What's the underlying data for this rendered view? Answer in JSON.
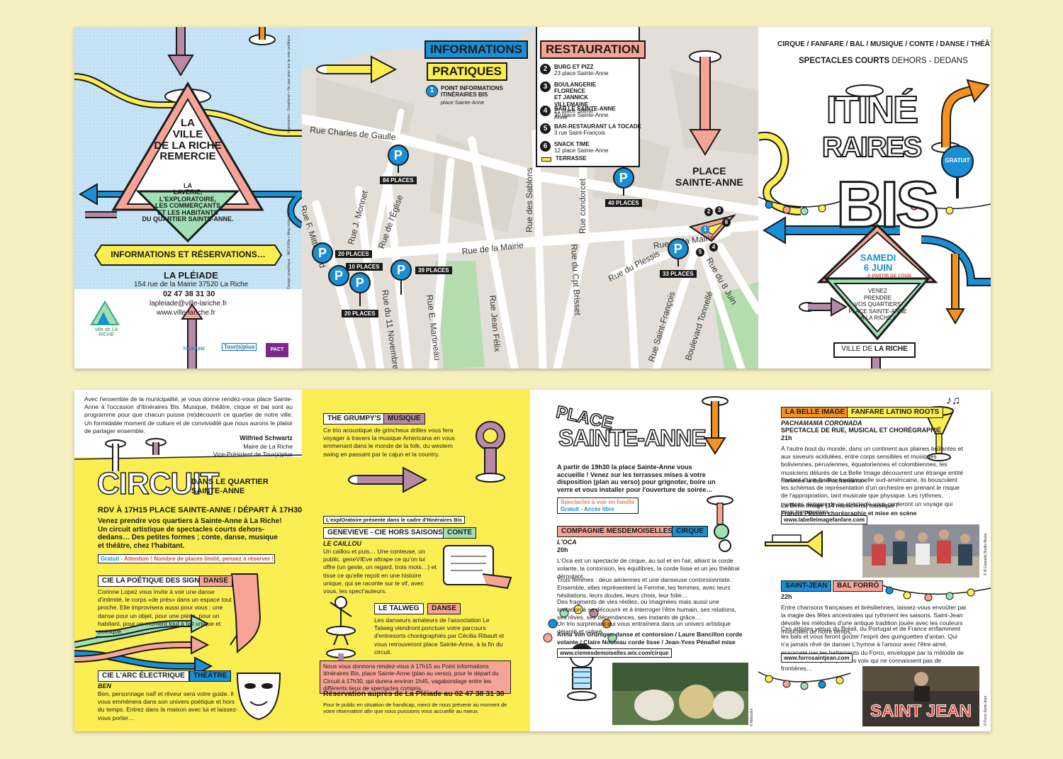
{
  "colors": {
    "yellow": "#fbee52",
    "lightblue": "#c7e4f6",
    "pink": "#f6a495",
    "blue": "#1a8fd6",
    "purple": "#b98aa6",
    "orange": "#f5921e",
    "green": "#9fe0b4",
    "cream": "#f6efc0"
  },
  "cover_back": {
    "triangle": "LA\nVILLE\nDE LA RICHE\nREMERCIE",
    "thanks": "LA\nLAVERIE,\nL'EXPLORATOIRE,\nLES COMMERÇANTS\nET LES HABITANTS\nDU QUARTIER SAINTE-ANNE.",
    "info_banner": "INFORMATIONS ET RÉSERVATIONS…",
    "venue": "LA PLÉIADE",
    "address": "154 rue de la Mairie 37520 La Riche",
    "phone": "02 47 38 31 30",
    "email": "lapleiade@ville-lariche.fr",
    "web": "www.ville-lariche.fr",
    "logo_text": "ville de LA RICHE",
    "credits_1": "Impression : Graphival • Ne pas jeter sur la voie publique",
    "credits_2": "Design graphique : MiCéVilla • blog.micevilla.com",
    "partner_1": "TOURAINE",
    "partner_2": "Tour(s)plus",
    "partner_3": "PACT"
  },
  "map": {
    "info_title_1": "INFORMATIONS",
    "info_title_2": "PRATIQUES",
    "info_point_num": "1",
    "info_point": "POINT INFORMATIONS ITINÉRAIRES BIS",
    "info_point_addr": "place Sainte-Anne",
    "resto_title": "RESTAURATION",
    "restos": [
      {
        "num": "2",
        "name": "BURG ET PIZZ",
        "addr": "23 place Sainte-Anne"
      },
      {
        "num": "3",
        "name": "BOULANGERIE FLORENCE\nET JANNICK VILLEMAINE",
        "addr": "21 place Sainte-Anne"
      },
      {
        "num": "4",
        "name": "BAR LE SAINTE-ANNE",
        "addr": "30 place Sainte-Anne"
      },
      {
        "num": "5",
        "name": "BAR-RESTAURANT LA TOCADE",
        "addr": "3 rue Saint-François"
      },
      {
        "num": "6",
        "name": "SNACK TIME",
        "addr": "12 place Sainte-Anne"
      }
    ],
    "terrasse": "TERRASSE",
    "place_label": "PLACE\nSAINTE-ANNE",
    "streets": {
      "charles": "Rue Charles de Gaulle",
      "mairie1": "Rue de la Mairie",
      "mairie2": "Rue de la Mairie",
      "monnet": "Rue J. Monnet",
      "eglise": "Rue de l'Église",
      "mitterrand": "Rue F. Mitterrand",
      "novembre": "Rue du 11 Novembre",
      "martineau": "Rue E. Martineau",
      "sablons": "Rue des Sablons",
      "condorcet": "Rue condorcet",
      "felix": "Rue Jean Félix",
      "brisset": "Rue du Cpt Brisset",
      "plessis": "Rue du Plessis",
      "francois": "Rue Saint-François",
      "tonnelle": "Boulevard Tonnellé",
      "juin": "Rue du 8 Juin"
    },
    "parkings": [
      {
        "p": "P",
        "places": "84 PLACES"
      },
      {
        "p": "P",
        "places": "40 PLACES"
      },
      {
        "p": "P",
        "places": "20 PLACES"
      },
      {
        "p": "P",
        "places": "10 PLACES"
      },
      {
        "p": "P",
        "places": "20 PLACES"
      },
      {
        "p": "P",
        "places": "39 PLACES"
      },
      {
        "p": "P",
        "places": "33 PLACES"
      }
    ],
    "place_nums": [
      "1",
      "2",
      "3",
      "4",
      "5",
      "6"
    ]
  },
  "cover_front": {
    "genres": "CIRQUE / FANFARE / BAL / MUSIQUE / CONTE / DANSE / THÉÂTRE",
    "sub_bold": "SPECTACLES COURTS",
    "sub_rest": " DEHORS - DEDANS",
    "title_1": "ITINÉ",
    "title_2": "RAIRES",
    "title_3": "BIS",
    "gratuit": "GRATUIT",
    "date_1": "SAMEDI",
    "date_2": "6 JUIN",
    "time": "À PARTIR DE 17H30",
    "invite": "VENEZ\nPRENDRE\nVOS QUARTIERS\nPLACE SAINTE-ANNE\nÀ LA RICHE !",
    "city_pre": "VILLE DE ",
    "city_bold": "LA RICHE"
  },
  "inside_1": {
    "intro": "Avec l'ensemble de la municipalité, je vous donne rendez-vous place Sainte-Anne à l'occasion d'Itinéraires Bis. Musique, théâtre, cirque et bal sont au programme pour que chacun puisse (re)découvrir ce quartier de notre ville. Un formidable moment de culture et de convivialité que nous aurons le plaisir de partager ensemble.",
    "sign_name": "Wilfried Schwartz",
    "sign_role_1": "Maire de La Riche",
    "sign_role_2": "Vice-Président de Tour(s)plus",
    "circuit_title": "CIRCUIT",
    "circuit_sub_1": "DANS LE QUARTIER",
    "circuit_sub_2": "SAINTE-ANNE",
    "rdv": "RDV À 17H15 PLACE SAINTE-ANNE / DÉPART À 17H30",
    "circuit_desc": "Venez prendre vos quartiers à Sainte-Anne à La Riche! Un circuit artistique de spectacles courts dehors-dedans… Des petites formes ; conte, danse, musique et théâtre, chez l'habitant.",
    "gratuit_note_1": "Gratuit",
    "gratuit_note_2": " - Attention ! Nombre de places limité, pensez à réserver !",
    "act1_name": "CIE LA POÉTIQUE DES SIGNES",
    "act1_tag": "DANSE",
    "act1_text": "Corinne Lopez vous invite à voir une danse d'intimité, le corps «de près» dans un espace tout proche. Elle improvisera aussi pour vous : une danse pour un objet, pour une pièce, pour un habitant, pour un moment tout à fait unique et poétique.",
    "act2_name": "CIE L'ARC ÉLECTRIQUE",
    "act2_tag": "THÉÂTRE",
    "act2_title": "BEN",
    "act2_text": "Ben, personnage naïf et rêveur sera votre guide. Il vous emmènera dans son univers poétique et hors du temps. Entrez dans la maison avec lui et laissez-vous porter…"
  },
  "inside_2": {
    "act3_name": "THE GRUMPY'S",
    "act3_tag": "MUSIQUE",
    "act3_text": "Ce trio acoustique de grincheux drilles vous fera voyager à travers la musique Americana en vous emmenant dans le monde de la folk, du western swing en passant par le cajun et la country.",
    "explo": "L'explOratoire présente dans le cadre d'Itinéraires Bis",
    "act4_name": "GENEVIEVE - CIE HORS SAISONS",
    "act4_tag": "CONTE",
    "act4_title": "LE CAILLOU",
    "act4_text": "Un caillou et puis… Une conteuse, un public. geneVIEve attrape ce qu'on lui offre (un geste, un regard, trois mots…) et tisse ce qu'elle reçoit en une histoire unique, qui se raconte sur le vif, avec vous, les spect'auteurs.",
    "act5_name": "LE TALWEG",
    "act5_tag": "DANSE",
    "act5_text": "Les danseurs amateurs de l'association Le Talweg viendront ponctuer votre parcours d'entresorts chorégraphiés par Cécilia Ribault et vous retrouveront place Sainte-Anne, à la fin du circuit.",
    "rdv_box": "Nous vous donnons rendez-vous à 17h15 au Point informations Itinéraires Bis, place Sainte-Anne (plan au verso), pour le départ du Circuit à 17h30, qui durera environ 1h45, vagabondage entre les différents lieux de spectacles compris.",
    "reservation": "Réservation auprès de La Pléiade au 02 47 38 31 30",
    "handicap": "Pour le public en situation de handicap, merci de nous prévenir au moment de votre réservation afin que nous puissions vous accueillir au mieux."
  },
  "inside_3": {
    "title_1": "PLACE",
    "title_2": "SAINTE-ANNE",
    "intro": "A partir de 19h30 la place Sainte-Anne vous accueille ! Venez sur les terrasses mises à votre disposition (plan au verso) pour grignoter, boire un verre et vous installer pour l'ouverture de soirée…",
    "family_1": "Spectacles à voir en famille",
    "family_2": "Gratuit - Accès libre",
    "act6_name": "COMPAGNIE MESDEMOISELLES",
    "act6_tag": "CIRQUE",
    "act6_title": "L'OCA",
    "act6_time": "20h",
    "act6_p1": "L'Oca est un spectacle de cirque, au sol et en l'air, alliant la corde volante, la contorsion, les équilibres, la corde lisse et un jeu théâtral déroutant.",
    "act6_p2": "Trois femmes : deux aériennes et une danseuse contorsionniste. Ensemble, elles représentent la Femme, les femmes, avec leurs hésitations, leurs doutes, leurs choix, leur folie…",
    "act6_p3": "Des fragments de vies réelles, ou imaginées mais aussi une invitation à se découvrir et à interroger l'être humain, ses relations, ses rêves, ses dépendances, ses instants de grâce…",
    "act6_p4": "Un trio surprenant qui vous entraînera dans un univers artistique déjanté et coloré.",
    "act6_credits": "Anna Von Grünigen danse et contorsion / Laure Bancillon corde volante / Claire Nouteau corde lisse / Jean-Yves Pénafiel mise en scène",
    "act6_web": "www.ciemesdemoiselles.wix.com/cirque",
    "photo_credit": "© Mélanien"
  },
  "inside_4": {
    "act7_name": "LA BELLE IMAGE",
    "act7_tag": "FANFARE LATINO ROOTS",
    "act7_title": "PACHAMAMA CORONADA",
    "act7_sub": "SPECTACLE DE RUE, MUSICAL ET CHORÉGRAPHIÉ",
    "act7_time": "21h",
    "act7_p1": "À l'autre bout du monde, dans un continent aux plaines brûlantes et aux saveurs acidulées, entre corps sensibles et musiques boliviennes, péruviennes, équatoriennes et colombiennes, les musiciens délurés de La Belle Image découvrent une étrange entité nommée la-bas «Pachamama».",
    "act7_p2": "Partant d'une fanfare traditionnelle sud-américaine, ils bousculent les schémas de représentation d'un orchestre en prenant le risque de l'appropriation, tant musicale que physique. Les rythmes, nuances, tempos de ce spectacle vous conteront un voyage qui vous transportera.",
    "act7_credits_1": "La Belle Image (14 musiciens) musique /",
    "act7_credits_2": "Francis Plisson chorégraphie et mise en scène",
    "act7_web": "www.labelleimagefanfare.com",
    "photo_credit_1": "© À Cappella Studio Boule",
    "act8_name": "SAINT-JEAN",
    "act8_tag": "BAL FORRÓ",
    "act8_time": "22h",
    "act8_p1": "Entre chansons françaises et brésiliennes, laissez-vous envoûter par la magie des fêtes ancestrales qui rythment les saisons. Saint-Jean dévoile les mélodies d'une antique tradition jouée avec les couleurs musicales de notre temps.",
    "act8_p2": "Ces artistes venus du Brésil, du Portugal et de France enflamment les bals et vous feront goûter l'esprit des guinguettes d'antan. Qui n'a jamais rêvé de danser L'hymne à l'amour avec l'être aimé, ensorcelé par les battements du Forro, enveloppé par la mélodie de l'accordéon et porté par des voix qui ne connaissent pas de frontières…",
    "act8_web": "www.forrosaintjean.com",
    "poster_text": "SAINT JEAN",
    "photo_credit_2": "© Forro Saint-Jean"
  }
}
